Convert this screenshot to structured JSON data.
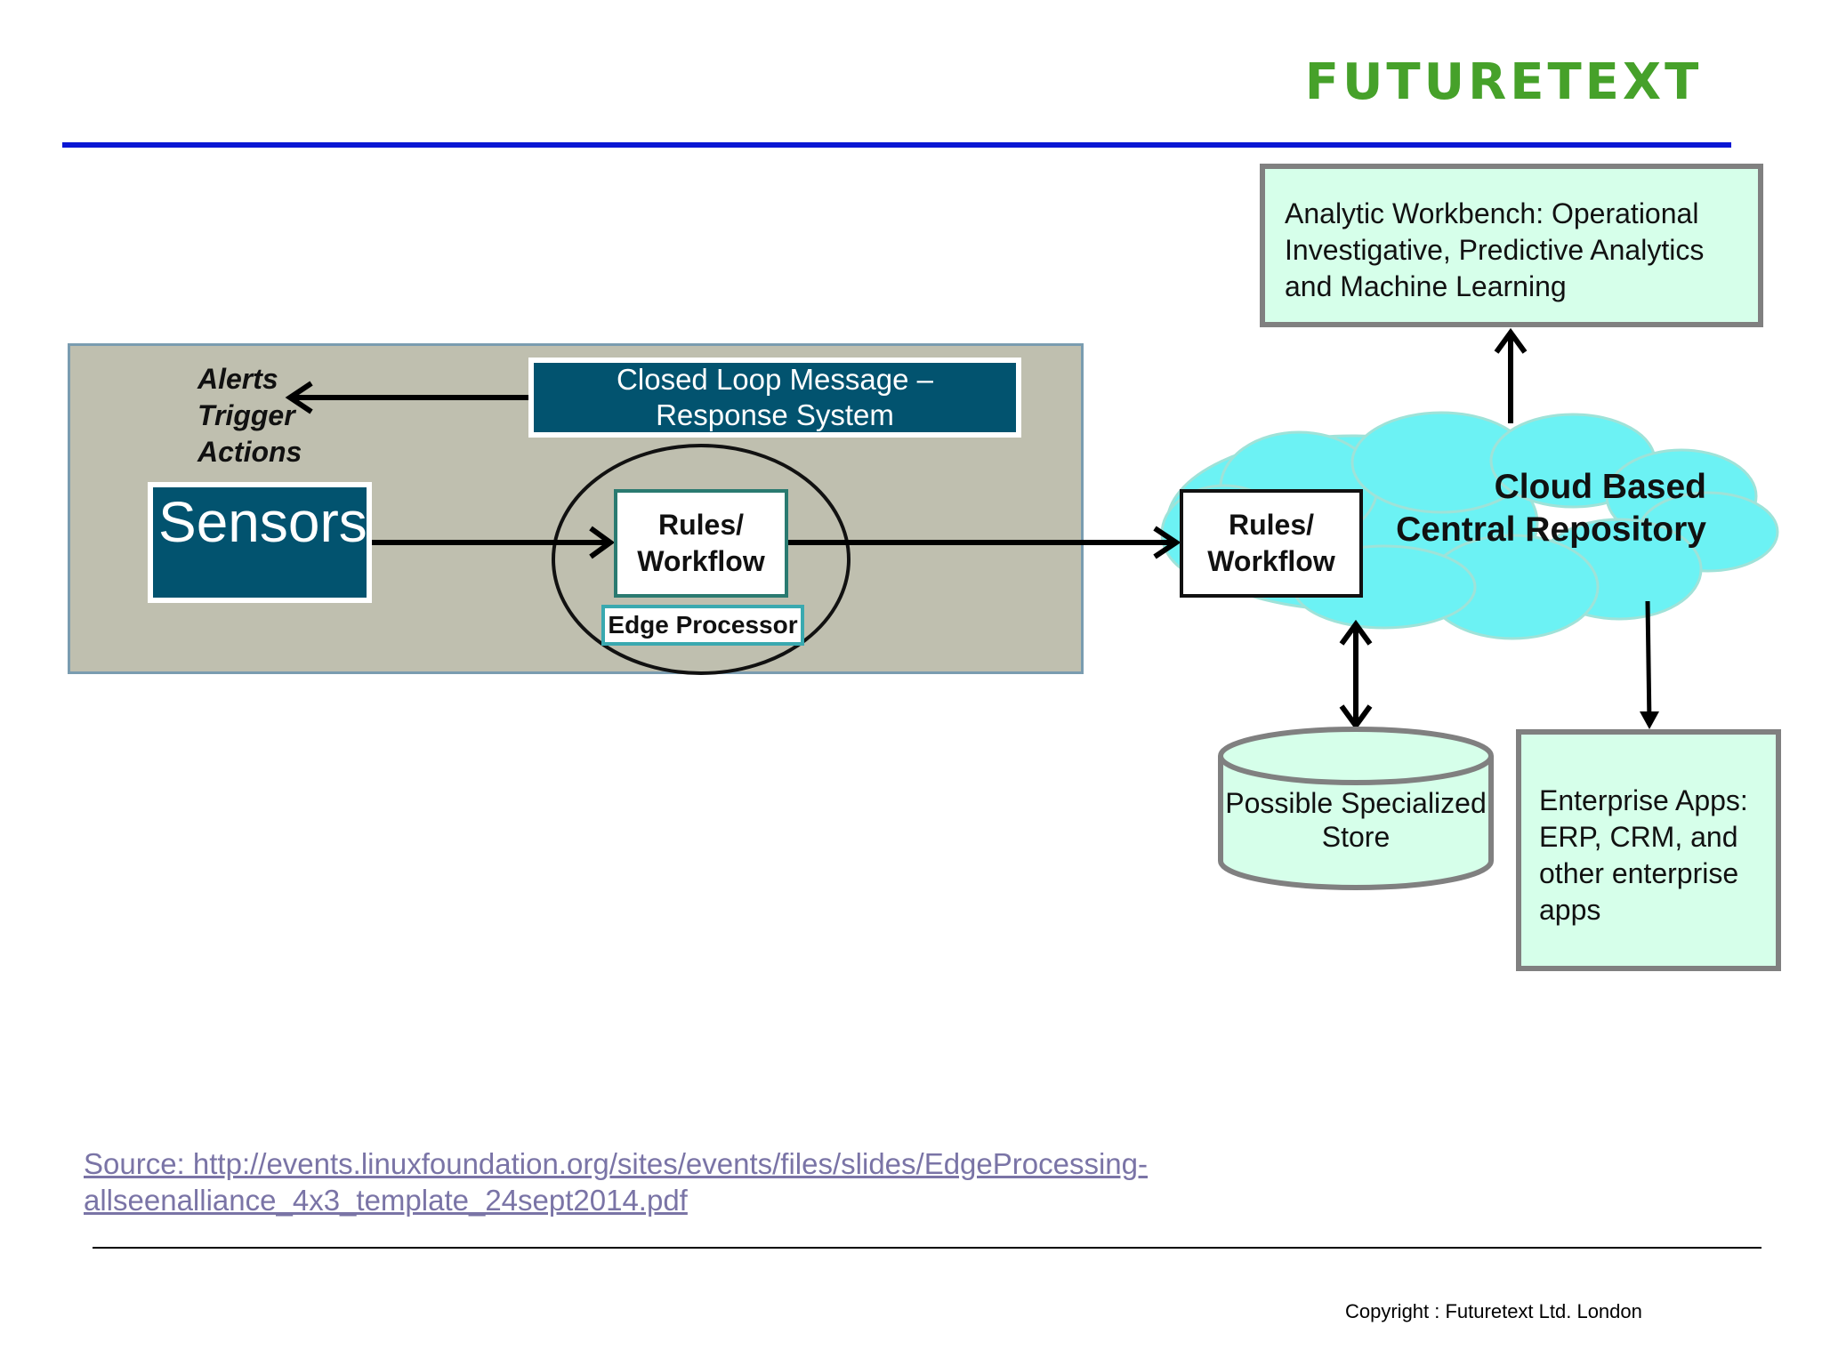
{
  "brand": {
    "logo_text": "FUTURETEXT"
  },
  "colors": {
    "logo": "#46a12a",
    "blue_rule": "#0a17d4",
    "panel_fill": "#bfbfaf",
    "dark_teal": "#02536f",
    "mint": "#d6ffea",
    "cloud_cyan": "#6cf2f4",
    "link": "#7a74a6"
  },
  "diagram": {
    "alerts": {
      "lines": [
        "Alerts",
        "Trigger",
        "Actions"
      ]
    },
    "closed_loop": {
      "label": "Closed Loop Message – Response System"
    },
    "sensors": {
      "label": "Sensors"
    },
    "edge_rules": {
      "lines": [
        "Rules/",
        "Workflow"
      ]
    },
    "edge_processor": {
      "label": "Edge Processor"
    },
    "cloud_rules": {
      "lines": [
        "Rules/",
        "Workflow"
      ]
    },
    "cloud": {
      "lines": [
        "Cloud Based",
        "Central Repository"
      ]
    },
    "analytic_workbench": {
      "label": "Analytic Workbench: Operational Investigative, Predictive Analytics and Machine Learning"
    },
    "specialized_store": {
      "label": "Possible Specialized Store"
    },
    "enterprise_apps": {
      "label": "Enterprise Apps: ERP, CRM, and other enterprise apps"
    }
  },
  "footer": {
    "source": "Source: http://events.linuxfoundation.org/sites/events/files/slides/EdgeProcessing-allseenalliance_4x3_template_24sept2014.pdf",
    "copyright": "Copyright : Futuretext Ltd. London"
  }
}
